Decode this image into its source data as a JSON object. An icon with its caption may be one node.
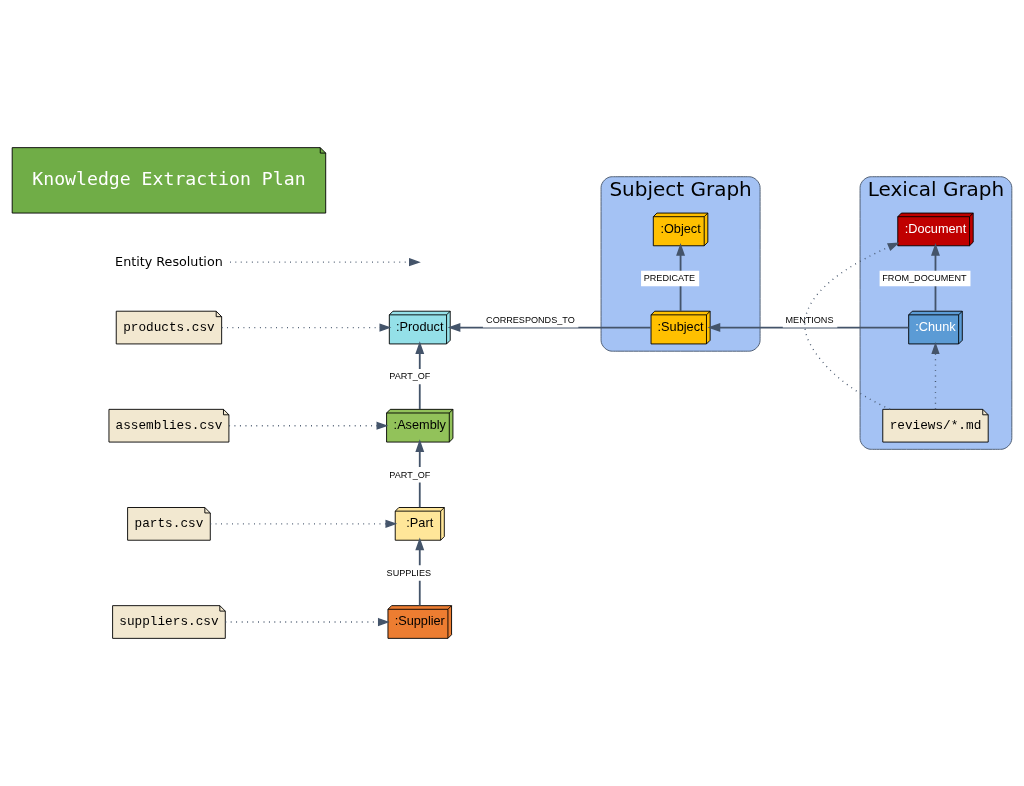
{
  "diagram": {
    "nodes": [
      {
        "text": [
          "products.csv"
        ]
      },
      {
        "text": [
          "assemblies.csv"
        ]
      },
      {
        "text": [
          "parts.csv"
        ]
      },
      {
        "text": [
          "suppliers.csv"
        ]
      },
      {
        "text": [
          ":Product"
        ]
      },
      {
        "text": [
          ":Asembly"
        ]
      },
      {
        "text": [
          ":Part"
        ]
      },
      {
        "text": [
          ":Supplier"
        ]
      },
      {
        "text": [
          "Subject Graph"
        ]
      },
      {
        "text": [
          ":Subject"
        ],
        "in": 8
      },
      {
        "text": [
          ":Object"
        ],
        "in": 8
      },
      {
        "text": [
          "Lexical Graph"
        ]
      },
      {
        "text": [
          ":Chunk"
        ],
        "in": 11
      },
      {
        "text": [
          ":Document"
        ],
        "in": 11
      },
      {
        "text": [
          "reviews/*.md"
        ],
        "in": 11
      },
      {
        "text": [
          "Entity Resolution"
        ]
      },
      {
        "text": [
          "Knowledge Extraction Plan"
        ]
      }
    ],
    "edges": [
      {
        "from": 0,
        "to": 4,
        "arrow": "to",
        "style": "dashed"
      },
      {
        "from": 1,
        "to": 5,
        "arrow": "to",
        "style": "dashed"
      },
      {
        "from": 2,
        "to": 6,
        "arrow": "to",
        "style": "dashed"
      },
      {
        "from": 3,
        "to": 7,
        "arrow": "to",
        "style": "dashed"
      },
      {
        "from": 5,
        "to": 4,
        "arrow": "to",
        "label": "PART_OF"
      },
      {
        "from": 6,
        "to": 5,
        "arrow": "to",
        "label": "PART_OF"
      },
      {
        "from": 7,
        "to": 6,
        "arrow": "to",
        "label": "SUPPLIES"
      },
      {
        "from": 9,
        "to": 4,
        "arrow": "to",
        "label": "CORRESPONDS_TO"
      },
      {
        "from": 12,
        "to": 9,
        "arrow": "to",
        "label": "MENTIONS"
      },
      {
        "from": 9,
        "to": 10,
        "arrow": "to",
        "label": "PREDICATE"
      },
      {
        "from": 12,
        "to": 13,
        "arrow": "to",
        "label": "FROM_DOCUMENT"
      },
      {
        "from": 14,
        "to": 13,
        "arrow": "to",
        "style": "dashed"
      },
      {
        "from": 14,
        "to": 12,
        "arrow": "to",
        "style": "dashed"
      },
      {
        "from": 15,
        "to": null,
        "arrow": "to",
        "style": "dashed"
      }
    ]
  }
}
